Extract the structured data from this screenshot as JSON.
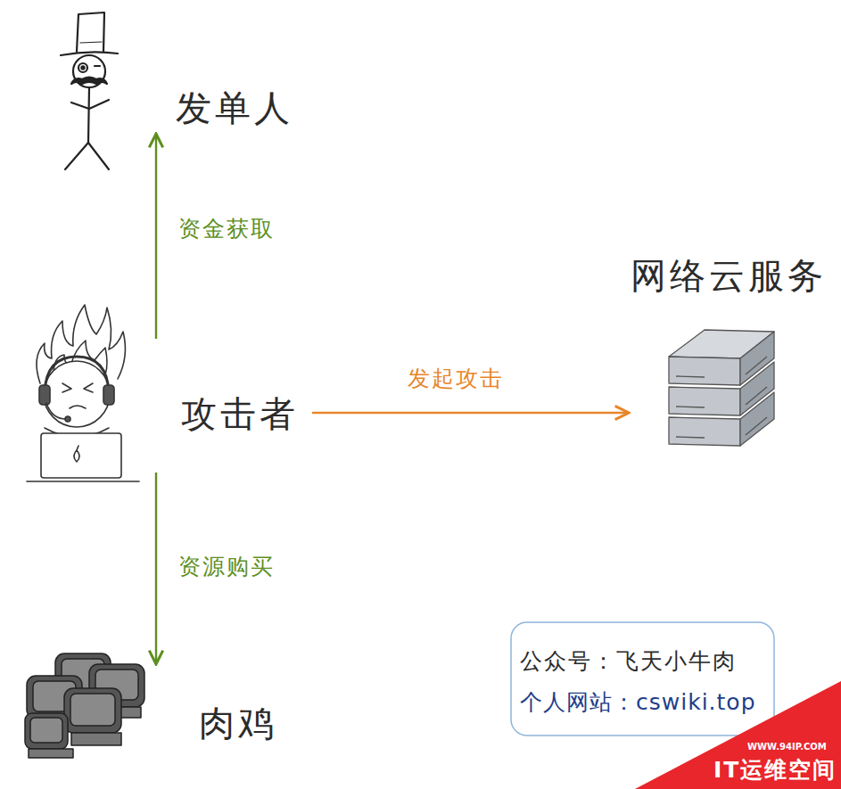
{
  "diagram": {
    "nodes": [
      {
        "text": [
          "发单人"
        ]
      },
      {
        "text": [
          "攻击者"
        ]
      },
      {
        "text": [
          "网络云服务"
        ]
      },
      {
        "text": [
          "肉鸡"
        ]
      }
    ],
    "edges": [
      {
        "from": 1,
        "to": 0,
        "label": "资金获取",
        "arrow": "to"
      },
      {
        "from": 1,
        "to": 2,
        "label": "发起攻击",
        "arrow": "to"
      },
      {
        "from": 1,
        "to": 3,
        "label": "资源购买",
        "arrow": "to"
      }
    ],
    "labels": [
      "公众号：飞天小牛肉",
      "个人网站：cswiki.top",
      "WWW.94IP.COM",
      "IT运维空间"
    ]
  }
}
